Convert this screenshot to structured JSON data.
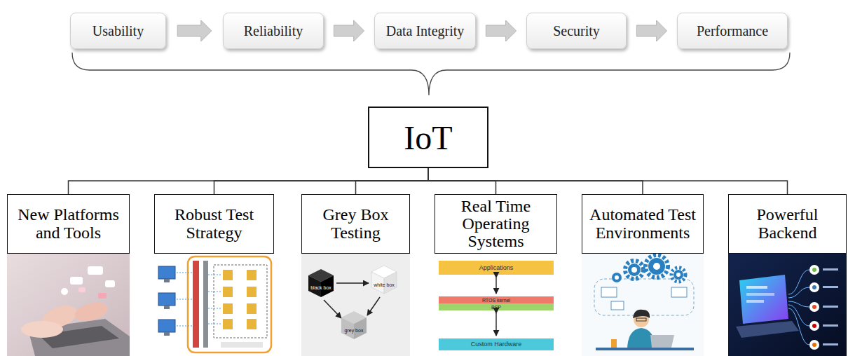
{
  "diagram": {
    "nodes": [
      {
        "text": [
          "Usability"
        ]
      },
      {
        "text": [
          "Reliability"
        ]
      },
      {
        "text": [
          "Data Integrity"
        ]
      },
      {
        "text": [
          "Security"
        ]
      },
      {
        "text": [
          "Performance"
        ]
      },
      {
        "text": [
          "IoT"
        ]
      },
      {
        "text": [
          "New Platforms and Tools"
        ]
      },
      {
        "text": [
          "Robust Test Strategy"
        ]
      },
      {
        "text": [
          "Grey Box Testing"
        ]
      },
      {
        "text": [
          "Real Time Operating Systems"
        ]
      },
      {
        "text": [
          "Automated Test Environments"
        ]
      },
      {
        "text": [
          "Powerful Backend"
        ]
      }
    ],
    "edges": [
      {
        "from": 0,
        "to": 1,
        "arrow": "to"
      },
      {
        "from": 1,
        "to": 2,
        "arrow": "to"
      },
      {
        "from": 2,
        "to": 3,
        "arrow": "to"
      },
      {
        "from": 3,
        "to": 4,
        "arrow": "to"
      },
      {
        "from": 5,
        "to": 6,
        "arrow": "none"
      },
      {
        "from": 5,
        "to": 7,
        "arrow": "none"
      },
      {
        "from": 5,
        "to": 8,
        "arrow": "none"
      },
      {
        "from": 5,
        "to": 9,
        "arrow": "none"
      },
      {
        "from": 5,
        "to": 10,
        "arrow": "none"
      },
      {
        "from": 5,
        "to": 11,
        "arrow": "none"
      }
    ],
    "labels": [
      "black box",
      "white box",
      "grey box",
      "Applications",
      "RTOS kernel",
      "BSP",
      "Custom Hardware"
    ]
  }
}
